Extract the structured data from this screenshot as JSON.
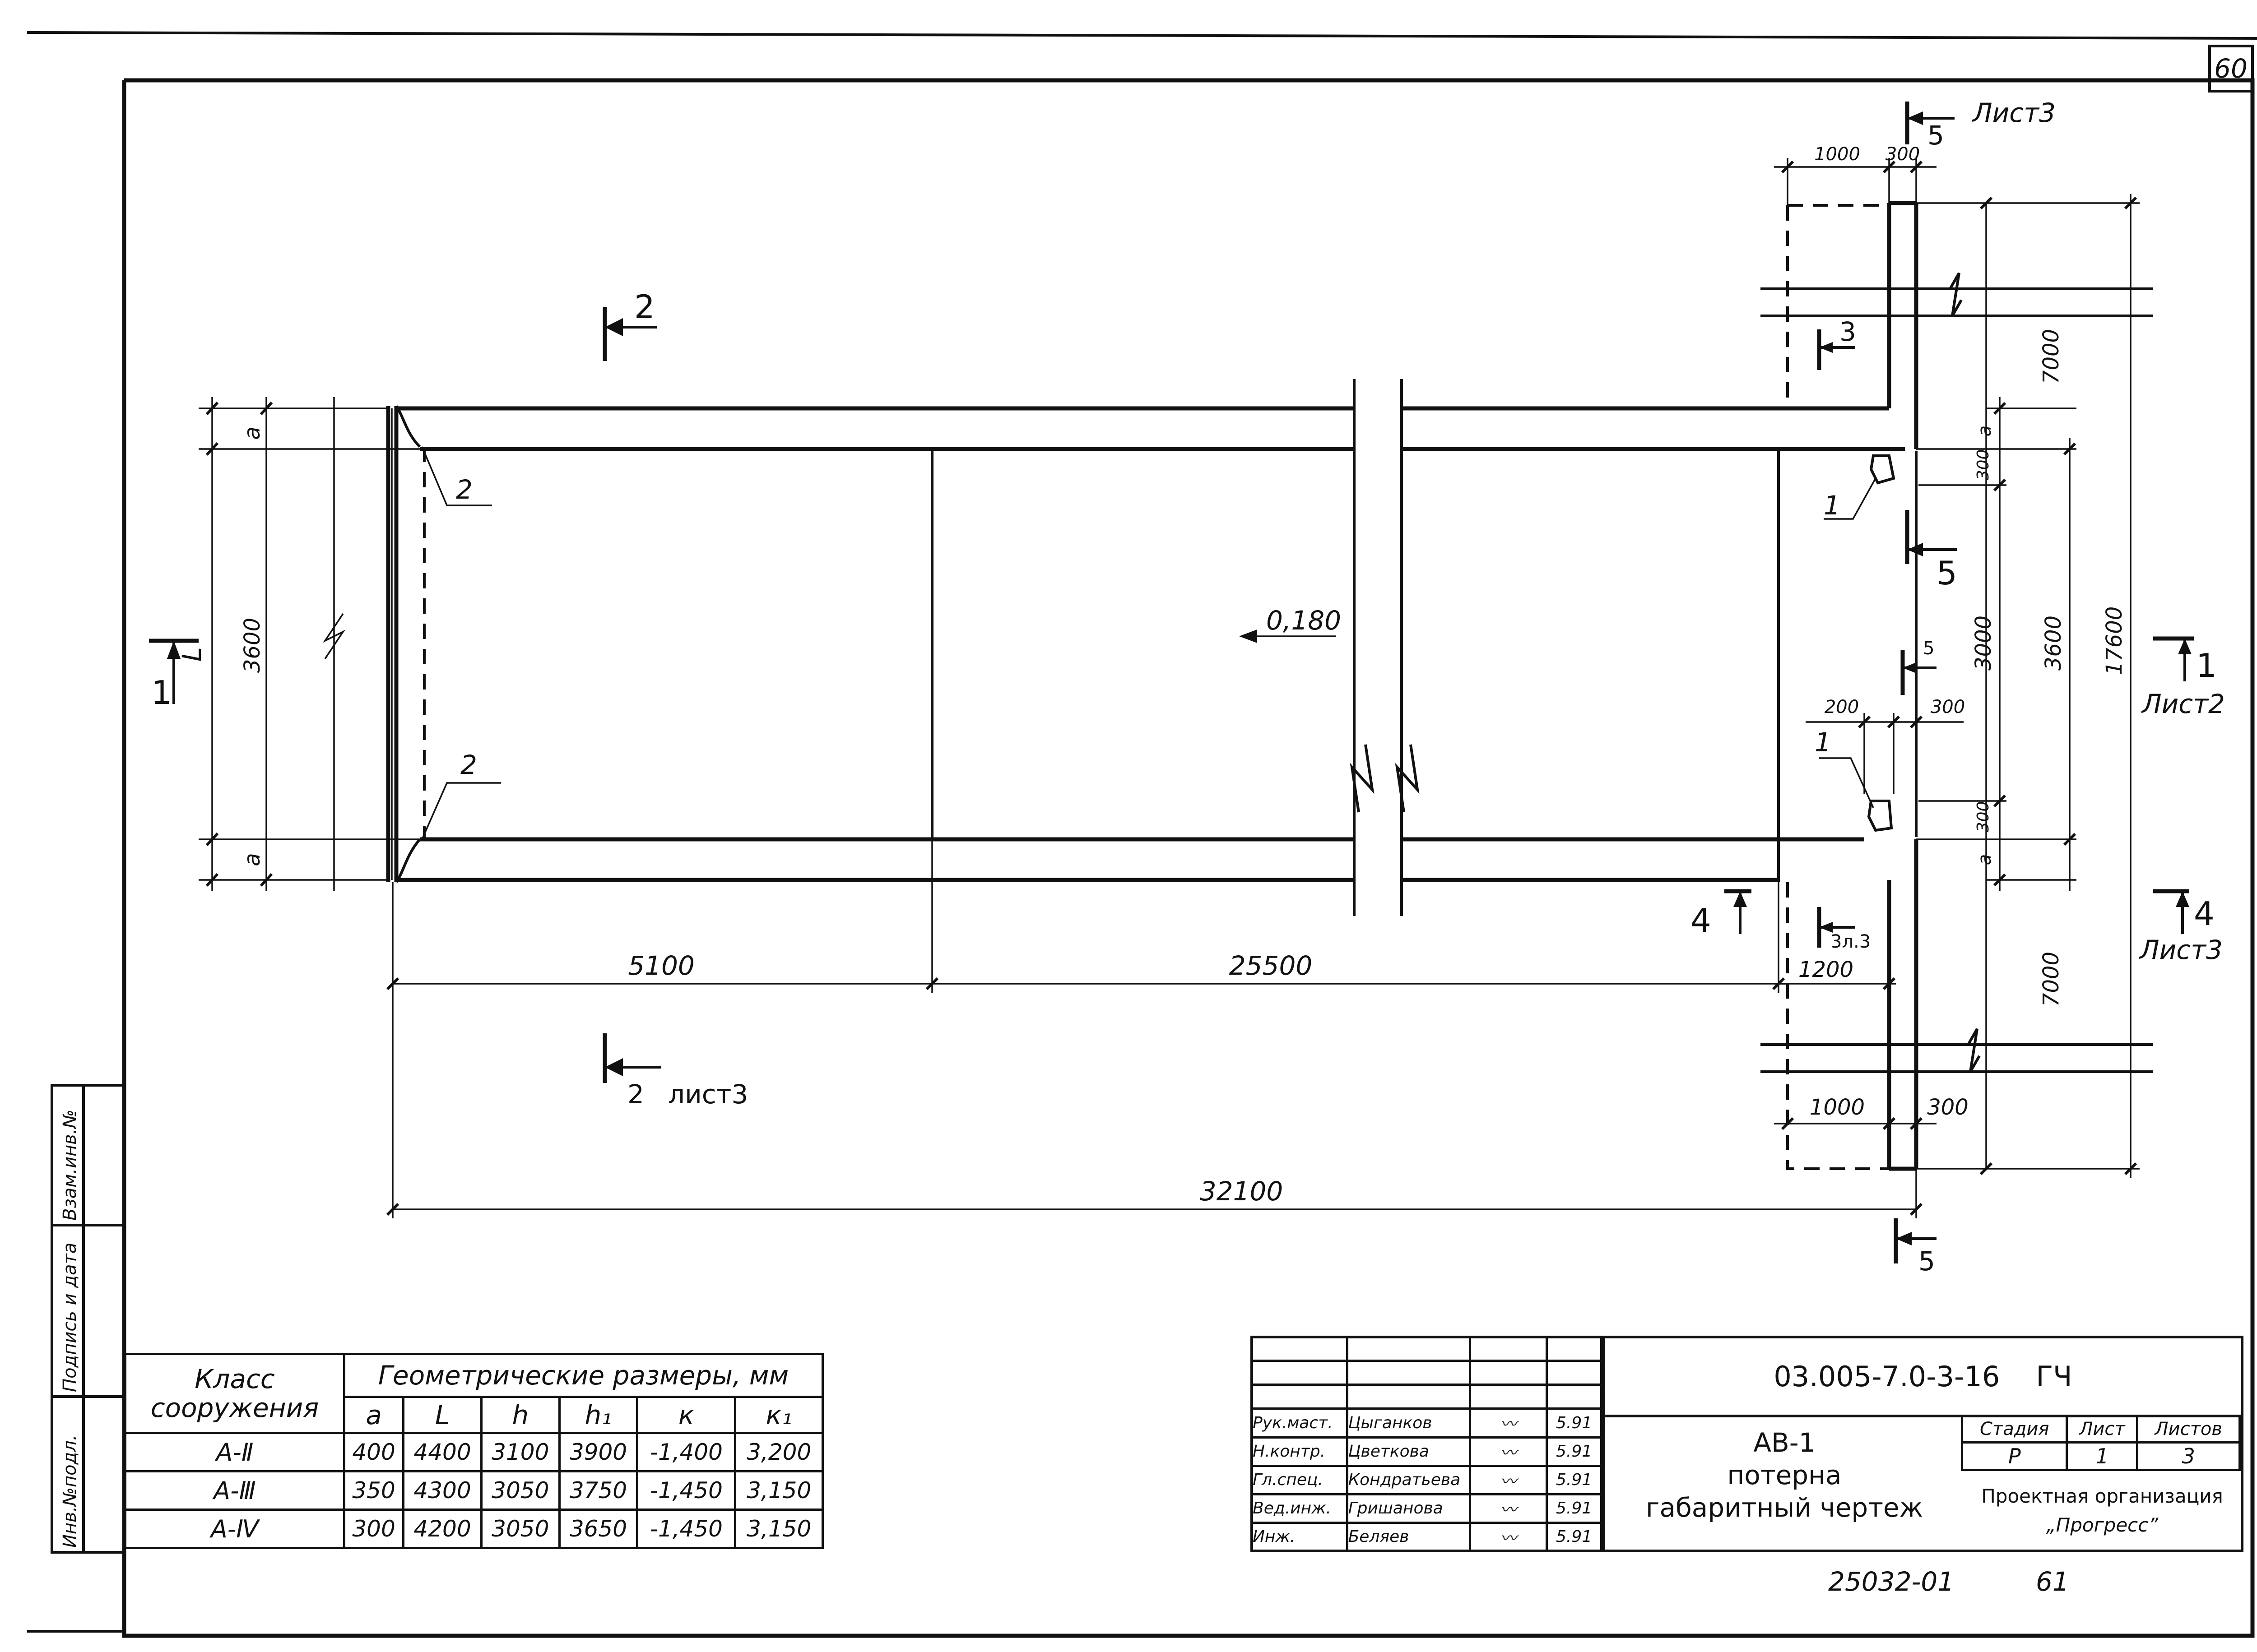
{
  "sheet": {
    "sheet_no": "60",
    "doc_code": "03.005-7.0-3-16",
    "doc_suffix": "ГЧ",
    "bottom_number": "25032-01",
    "bottom_page": "61"
  },
  "side_stamp": [
    "Инв.№подл.",
    "Подпись и дата",
    "Взам.инв.№"
  ],
  "drawing": {
    "section_marks": {
      "s2_top": "2",
      "s2_bottom": "2",
      "s2_bottom_sheet": "лист3",
      "s1_left": "1",
      "s1_right": "1",
      "s1_sheet": "Лист2",
      "s4_left": "4",
      "s4_right": "4",
      "s4_sheet": "Лист3",
      "s5_top": "5",
      "s5_top_sheet": "Лист3",
      "s5_mid": "5",
      "s5_low": "5",
      "s5_small": "5",
      "s3_top": "3",
      "s3_bottom": "3л.3"
    },
    "leaders": {
      "two_a": "2",
      "two_b": "2",
      "one_a": "1",
      "one_b": "1"
    },
    "elevation": "0,180",
    "dims": {
      "L": "L",
      "d3600_left": "3600",
      "a_top_left": "a",
      "a_bottom_left": "a",
      "d5100": "5100",
      "d25500": "25500",
      "d32100": "32100",
      "d1000_top": "1000",
      "d300_top": "300",
      "d7000_top": "7000",
      "a_top_right": "a",
      "d300_r1": "300",
      "d3000": "3000",
      "d3600_right": "3600",
      "d17600": "17600",
      "d200": "200",
      "d300_mid": "300",
      "d300_r2": "300",
      "a_bottom_right": "a",
      "d1200": "1200",
      "d7000_bottom": "7000",
      "d1000_bottom": "1000",
      "d300_bottom": "300"
    }
  },
  "class_table": {
    "header_class": "Класс сооружения",
    "header_geom": "Геометрические размеры, мм",
    "cols": [
      "a",
      "L",
      "h",
      "h₁",
      "к",
      "к₁"
    ],
    "rows": [
      {
        "cls": "А-Ⅱ",
        "vals": [
          "400",
          "4400",
          "3100",
          "3900",
          "-1,400",
          "3,200"
        ]
      },
      {
        "cls": "А-Ⅲ",
        "vals": [
          "350",
          "4300",
          "3050",
          "3750",
          "-1,450",
          "3,150"
        ]
      },
      {
        "cls": "А-Ⅳ",
        "vals": [
          "300",
          "4200",
          "3050",
          "3650",
          "-1,450",
          "3,150"
        ]
      }
    ]
  },
  "title_block": {
    "roles": [
      {
        "role": "Рук.маст.",
        "name": "Цыганков",
        "date": "5.91"
      },
      {
        "role": "Н.контр.",
        "name": "Цветкова",
        "date": "5.91"
      },
      {
        "role": "Гл.спец.",
        "name": "Кондратьева",
        "date": "5.91"
      },
      {
        "role": "Вед.инж.",
        "name": "Гришанова",
        "date": "5.91"
      },
      {
        "role": "Инж.",
        "name": "Беляев",
        "date": "5.91"
      }
    ],
    "title_line1": "АВ-1",
    "title_line2": "потерна",
    "title_line3": "габаритный чертеж",
    "stage_label": "Стадия",
    "sheet_label": "Лист",
    "sheets_label": "Листов",
    "stage": "Р",
    "sheet": "1",
    "sheets": "3",
    "org_line1": "Проектная организация",
    "org_line2": "„Прогресс”"
  }
}
